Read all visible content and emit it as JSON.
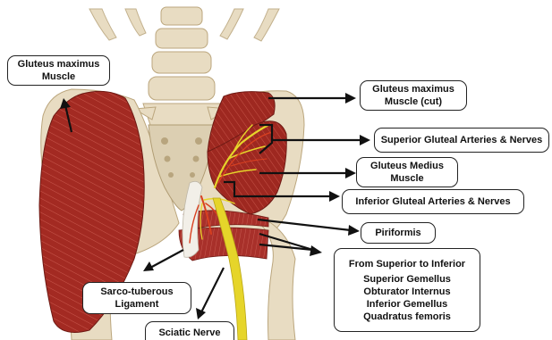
{
  "labels": {
    "gmax": {
      "line1": "Gluteus maximus",
      "line2": "Muscle"
    },
    "gmax_cut": {
      "line1": "Gluteus maximus",
      "line2": "Muscle (cut)"
    },
    "superior_gluteal": {
      "text": "Superior Gluteal Arteries & Nerves"
    },
    "gmed": {
      "line1": "Gluteus Medius",
      "line2": "Muscle"
    },
    "inferior_gluteal": {
      "text": "Inferior Gluteal Arteries & Nerves"
    },
    "piriformis": {
      "text": "Piriformis"
    },
    "rotators": {
      "heading": "From Superior to Inferior",
      "items": [
        "Superior Gemellus",
        "Obturator Internus",
        "Inferior Gemellus",
        "Quadratus femoris"
      ]
    },
    "sarco": {
      "line1": "Sarco-tuberous",
      "line2": "Ligament"
    },
    "sciatic": {
      "text": "Sciatic Nerve"
    }
  },
  "colors": {
    "muscle": "#a32a22",
    "muscle_dark": "#7d1d17",
    "bone": "#e8dcc2",
    "bone_shade": "#cdbd9b",
    "nerve_yellow": "#e6d52a",
    "artery": "#d94020",
    "ligament": "#f2efe8"
  }
}
